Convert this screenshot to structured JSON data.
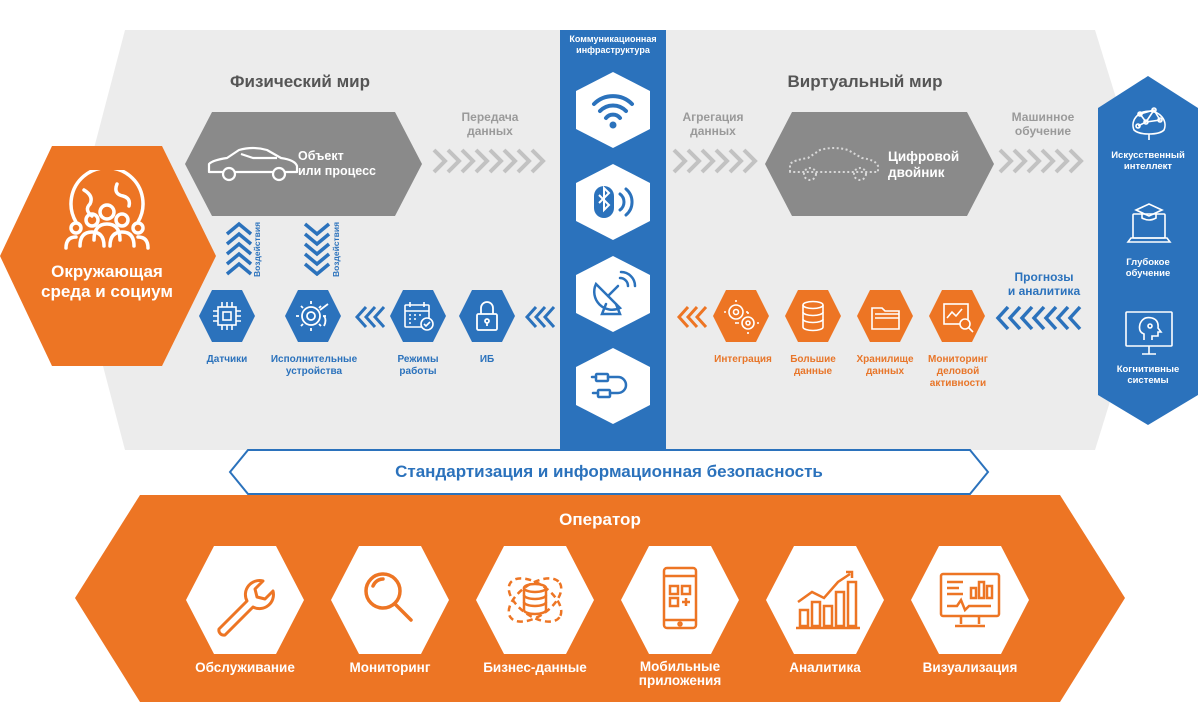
{
  "colors": {
    "blue": "#2b72bc",
    "orange": "#ed7524",
    "gray_panel": "#ececec",
    "gray_hex": "#8a8a8a",
    "light_gray_arrow": "#c2c2c2"
  },
  "physical": {
    "title": "Физический мир",
    "object_label": "Объект\nили процесс",
    "impact_label": "Воздействия",
    "data_transfer": "Передача\nданных",
    "icons": [
      {
        "icon": "sensor-chip-icon",
        "label": "Датчики"
      },
      {
        "icon": "gear-wrench-icon",
        "label": "Исполнительные\nустройства"
      },
      {
        "icon": "calendar-check-icon",
        "label": "Режимы\nработы"
      },
      {
        "icon": "padlock-icon",
        "label": "ИБ"
      }
    ]
  },
  "environment": {
    "label": "Окружающая\nсреда и социум",
    "icon": "globe-people-icon"
  },
  "comm": {
    "title": "Коммуникационная\nинфраструктура",
    "icons": [
      "wifi-icon",
      "bluetooth-icon",
      "satellite-dish-icon",
      "cable-icon"
    ]
  },
  "virtual": {
    "title": "Виртуальный мир",
    "aggregation": "Агрегация\nданных",
    "twin_label": "Цифровой\nдвойник",
    "ml_label": "Машинное\nобучение",
    "forecast_label": "Прогнозы\nи аналитика",
    "icons": [
      {
        "icon": "gears-icon",
        "label": "Интеграция"
      },
      {
        "icon": "database-icon",
        "label": "Большие\nданные"
      },
      {
        "icon": "folder-icon",
        "label": "Хранилище\nданных"
      },
      {
        "icon": "chart-magnifier-icon",
        "label": "Мониторинг\nделовой\nактивности"
      }
    ]
  },
  "ai": {
    "items": [
      {
        "icon": "brain-network-icon",
        "label": "Искусственный\nинтеллект"
      },
      {
        "icon": "laptop-graduation-icon",
        "label": "Глубокое\nобучение"
      },
      {
        "icon": "monitor-head-icon",
        "label": "Когнитивные\nсистемы"
      }
    ]
  },
  "standard_label": "Стандартизация и информационная безопасность",
  "operator": {
    "title": "Оператор",
    "items": [
      {
        "icon": "wrench-icon",
        "label": "Обслуживание"
      },
      {
        "icon": "magnifier-icon",
        "label": "Мониторинг"
      },
      {
        "icon": "database-orbit-icon",
        "label": "Бизнес-данные"
      },
      {
        "icon": "mobile-app-icon",
        "label": "Мобильные\nприложения"
      },
      {
        "icon": "bar-chart-icon",
        "label": "Аналитика"
      },
      {
        "icon": "dashboard-screen-icon",
        "label": "Визуализация"
      }
    ]
  }
}
